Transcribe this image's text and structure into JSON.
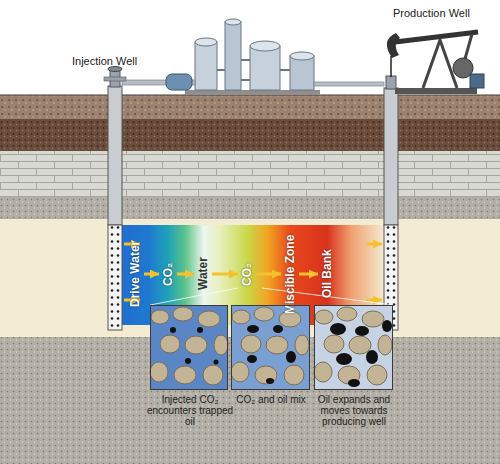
{
  "diagram": {
    "nodes": [
      {
        "text": [
          "Drive Water"
        ]
      },
      {
        "text": [
          "CO₂"
        ]
      },
      {
        "text": [
          "Water"
        ]
      },
      {
        "text": [
          "CO₂"
        ]
      },
      {
        "text": [
          "Miscible Zone"
        ]
      },
      {
        "text": [
          "Oil Bank"
        ]
      },
      {
        "text": [
          "Injected CO₂ encounters trapped oil"
        ]
      },
      {
        "text": [
          "CO₂ and oil mix"
        ]
      },
      {
        "text": [
          "Oil expands and moves towards producing well"
        ]
      }
    ],
    "edges": [
      {
        "from": 0,
        "to": 1,
        "arrow": "to"
      },
      {
        "from": 1,
        "to": 2,
        "arrow": "to"
      },
      {
        "from": 2,
        "to": 3,
        "arrow": "to"
      },
      {
        "from": 3,
        "to": 4,
        "arrow": "to"
      },
      {
        "from": 4,
        "to": 5,
        "arrow": "to"
      }
    ],
    "labels": [
      "Production Well",
      "Injection Well"
    ]
  }
}
